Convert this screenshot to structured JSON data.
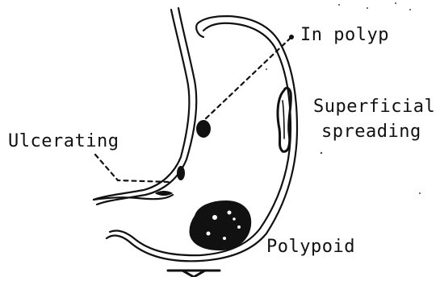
{
  "diagram": {
    "labels": {
      "in_polyp": "In polyp",
      "superficial_line1": "Superficial",
      "superficial_line2": "spreading",
      "ulcerating": "Ulcerating",
      "polypoid": "Polypoid"
    },
    "colors": {
      "ink": "#111111",
      "background": "#ffffff"
    }
  }
}
